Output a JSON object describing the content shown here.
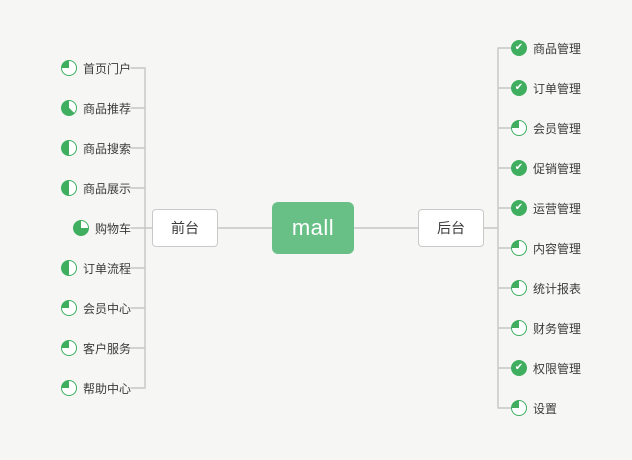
{
  "colors": {
    "background": "#f6f7f5",
    "node_green": "#68c087",
    "icon_green": "#3fae5f",
    "line": "#c6c6c6",
    "text": "#3b3b3b"
  },
  "root": {
    "label": "mall"
  },
  "left_branch": {
    "label": "前台",
    "items": [
      {
        "label": "首页门户",
        "icon": "pie",
        "progress": 0.25
      },
      {
        "label": "商品推荐",
        "icon": "pie",
        "progress": 0.625
      },
      {
        "label": "商品搜索",
        "icon": "pie",
        "progress": 0.5
      },
      {
        "label": "商品展示",
        "icon": "pie",
        "progress": 0.5
      },
      {
        "label": "购物车",
        "icon": "pie",
        "progress": 0.75
      },
      {
        "label": "订单流程",
        "icon": "pie",
        "progress": 0.5
      },
      {
        "label": "会员中心",
        "icon": "pie",
        "progress": 0.25
      },
      {
        "label": "客户服务",
        "icon": "pie",
        "progress": 0.25
      },
      {
        "label": "帮助中心",
        "icon": "pie",
        "progress": 0.25
      }
    ]
  },
  "right_branch": {
    "label": "后台",
    "items": [
      {
        "label": "商品管理",
        "icon": "check"
      },
      {
        "label": "订单管理",
        "icon": "check"
      },
      {
        "label": "会员管理",
        "icon": "pie",
        "progress": 0.25
      },
      {
        "label": "促销管理",
        "icon": "check"
      },
      {
        "label": "运营管理",
        "icon": "check"
      },
      {
        "label": "内容管理",
        "icon": "pie",
        "progress": 0.25
      },
      {
        "label": "统计报表",
        "icon": "pie",
        "progress": 0.25
      },
      {
        "label": "财务管理",
        "icon": "pie",
        "progress": 0.25
      },
      {
        "label": "权限管理",
        "icon": "check"
      },
      {
        "label": "设置",
        "icon": "pie",
        "progress": 0.25
      }
    ]
  }
}
